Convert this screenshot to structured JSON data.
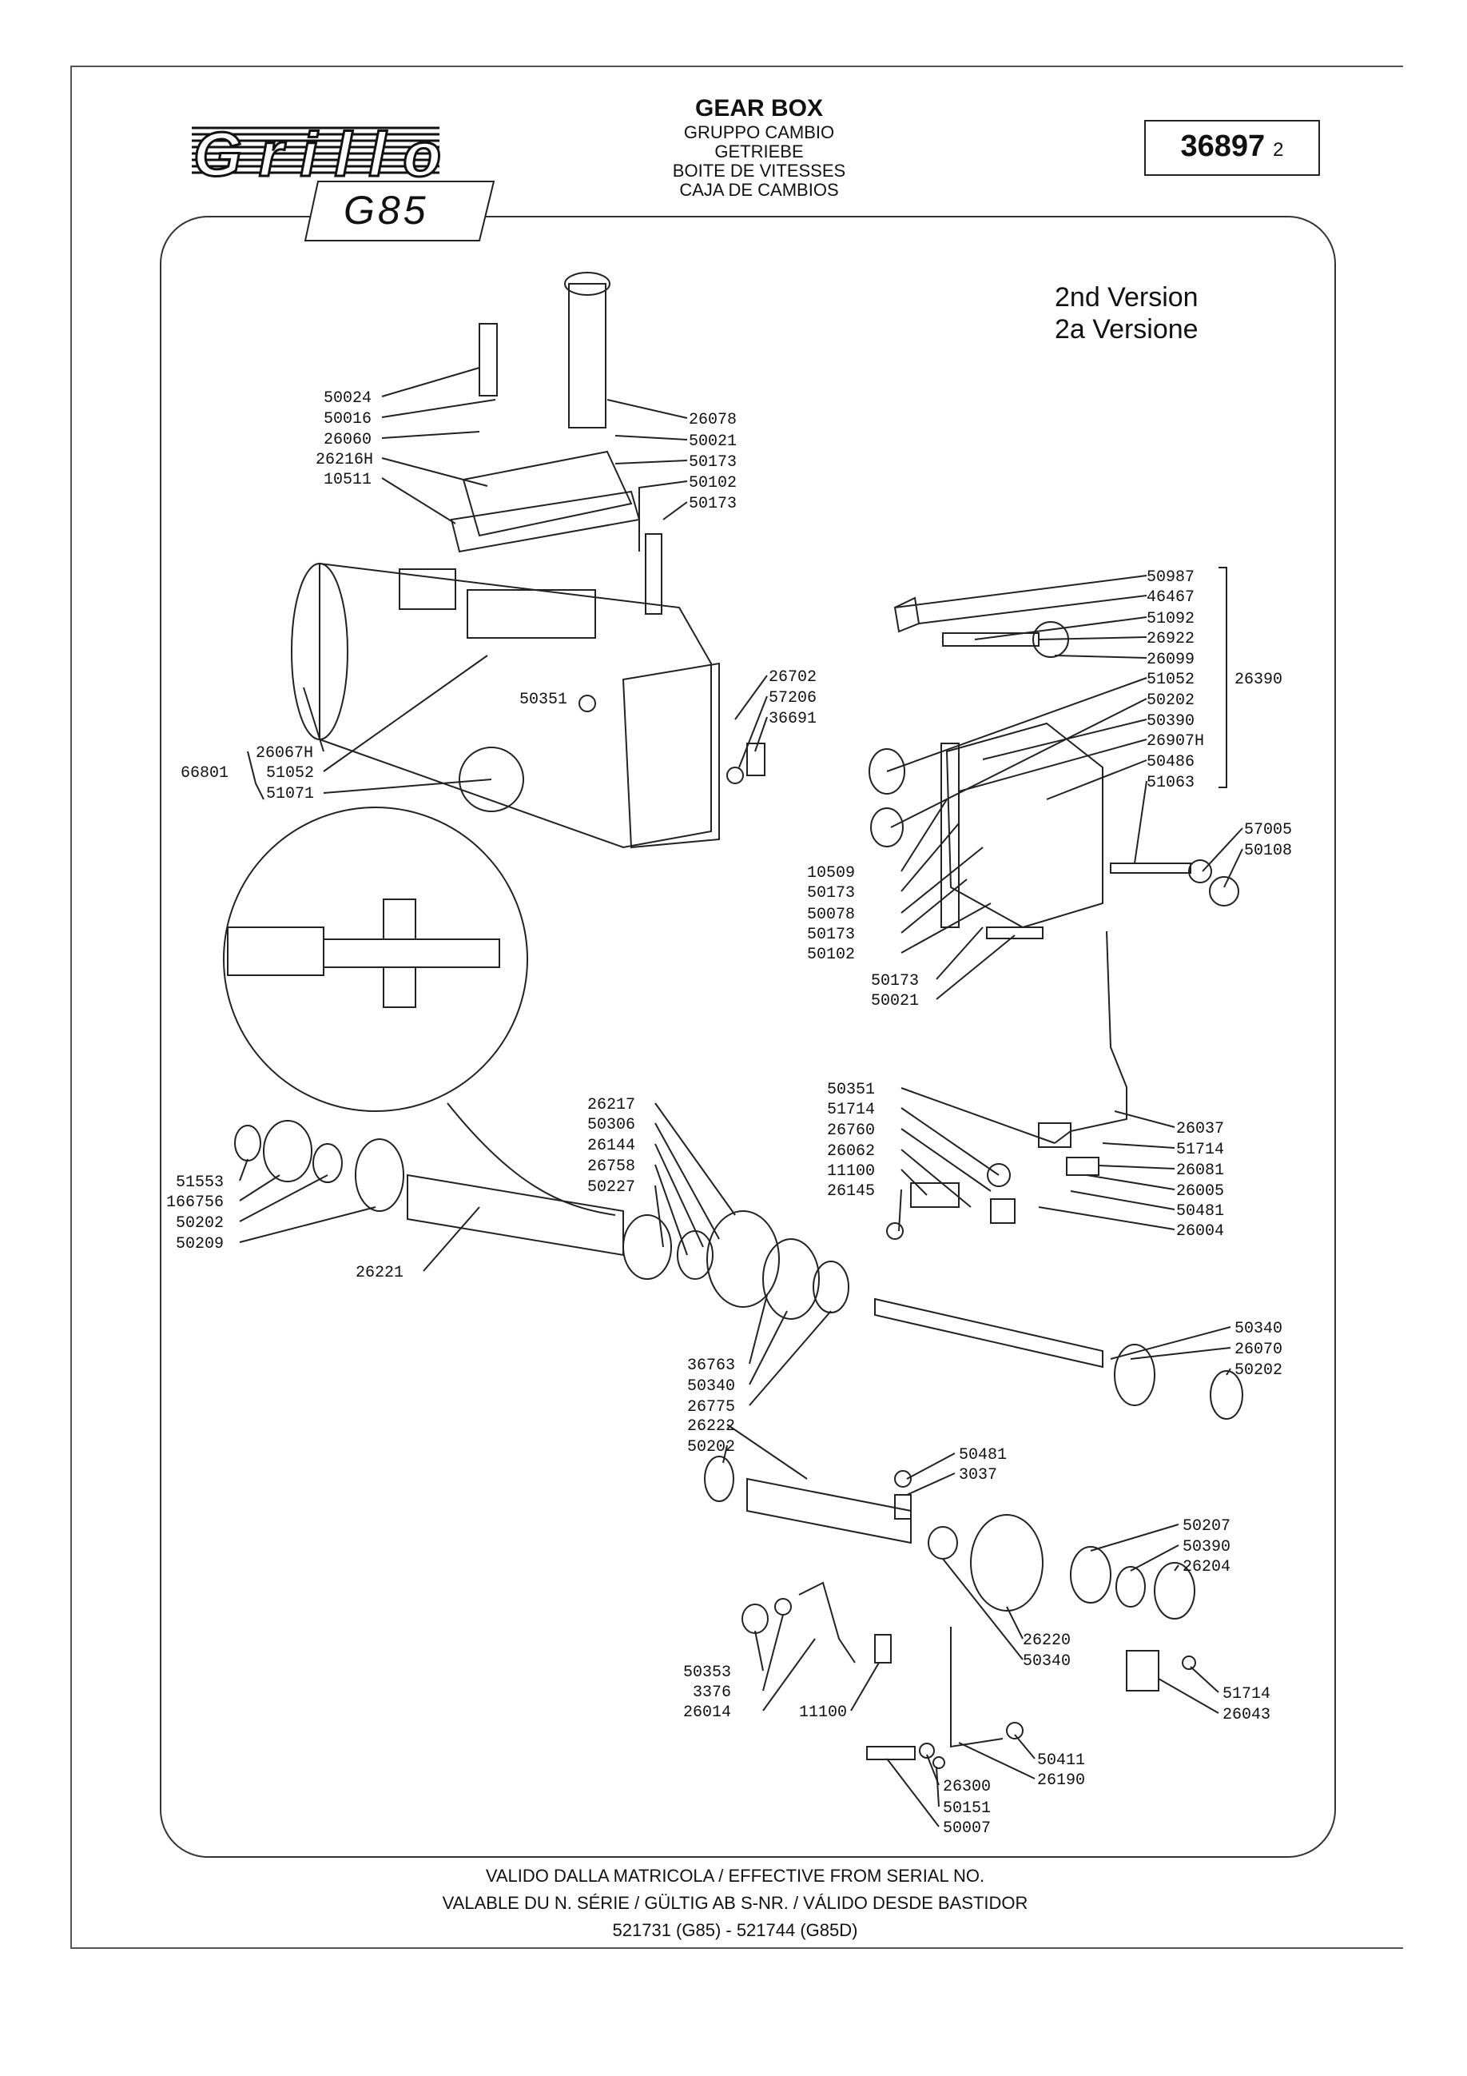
{
  "header": {
    "brand": "Grillo",
    "model": "G85",
    "title": "GEAR BOX",
    "translations": [
      "GRUPPO CAMBIO",
      "GETRIEBE",
      "BOITE DE VITESSES",
      "CAJA DE CAMBIOS"
    ],
    "code": "36897",
    "revision": "2"
  },
  "version": [
    "2nd Version",
    "2a Versione"
  ],
  "parts": {
    "p1": "50024",
    "p2": "50016",
    "p3": "26060",
    "p4": "26216H",
    "p5": "10511",
    "p6": "26078",
    "p7": "50021",
    "p8": "50173",
    "p9": "50102",
    "p10": "50173",
    "p11": "26702",
    "p12": "57206",
    "p13": "36691",
    "p14": "50351",
    "p15": "26067H",
    "p16": "51052",
    "p17": "51071",
    "p18": "66801",
    "p19": "50987",
    "p20": "46467",
    "p21": "51092",
    "p22": "26922",
    "p23": "26099",
    "p24": "51052",
    "p25": "50202",
    "p26": "50390",
    "p27": "26907H",
    "p28": "50486",
    "p29": "51063",
    "p30": "26390",
    "p31": "57005",
    "p32": "50108",
    "p33": "10509",
    "p34": "50173",
    "p35": "50078",
    "p36": "50173",
    "p37": "50102",
    "p38": "50173",
    "p39": "50021",
    "p40": "50351",
    "p41": "51714",
    "p42": "26760",
    "p43": "26062",
    "p44": "11100",
    "p45": "26145",
    "p46": "26037",
    "p47": "51714",
    "p48": "26081",
    "p49": "26005",
    "p50": "50481",
    "p51": "26004",
    "p52": "26217",
    "p53": "50306",
    "p54": "26144",
    "p55": "26758",
    "p56": "50227",
    "p57": "51553",
    "p58": "166756",
    "p59": "50202",
    "p60": "50209",
    "p61": "26221",
    "p62": "36763",
    "p63": "50340",
    "p64": "26775",
    "p65": "50340",
    "p66": "26070",
    "p67": "50202",
    "p68": "26222",
    "p69": "50202",
    "p70": "50481",
    "p71": "3037",
    "p72": "50207",
    "p73": "50390",
    "p74": "26204",
    "p75": "26220",
    "p76": "50340",
    "p77": "50353",
    "p78": "3376",
    "p79": "26014",
    "p80": "11100",
    "p81": "51714",
    "p82": "26043",
    "p83": "50411",
    "p84": "26190",
    "p85": "26300",
    "p86": "50151",
    "p87": "50007"
  },
  "footer": {
    "line1": "VALIDO DALLA MATRICOLA   /   EFFECTIVE FROM SERIAL NO.",
    "line2": "VALABLE DU N. SÉRIE   / GÜLTIG AB S-NR.  / VÁLIDO DESDE BASTIDOR",
    "line3": "521731 (G85)  - 521744 (G85D)"
  }
}
